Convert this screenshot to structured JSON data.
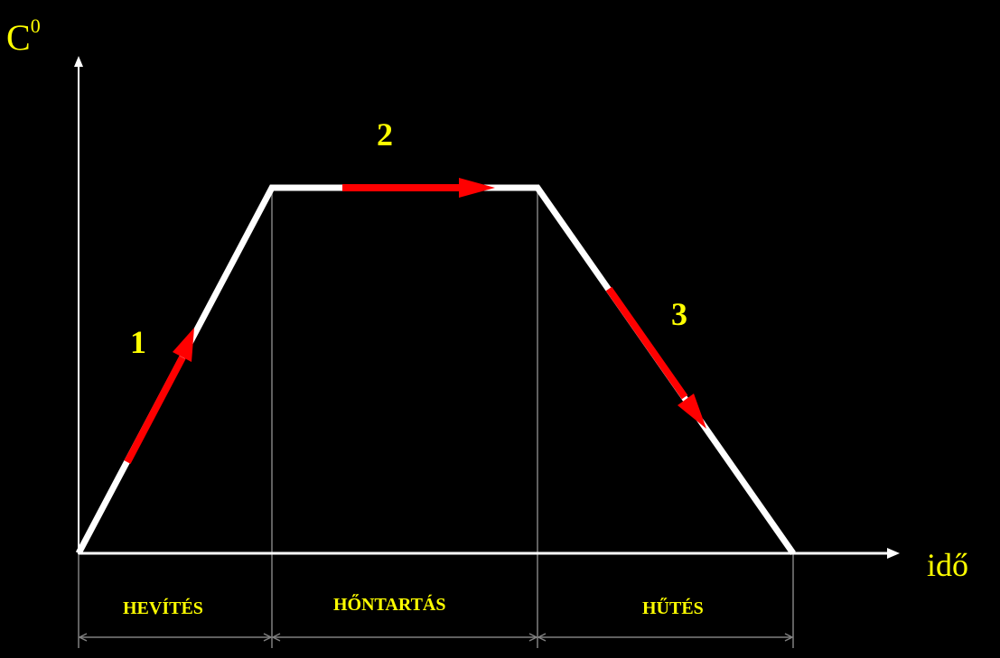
{
  "diagram": {
    "y_axis_label": "C",
    "y_axis_superscript": "0",
    "x_axis_label": "idő",
    "steps": [
      "1",
      "2",
      "3"
    ],
    "phases": [
      "HEVÍTÉS",
      "HŐNTARTÁS",
      "HŰTÉS"
    ]
  },
  "colors": {
    "background": "#000000",
    "axis": "#ffffff",
    "curve": "#ffffff",
    "arrows": "#ff0000",
    "labels": "#ffff00",
    "dimension_lines": "#808080"
  }
}
